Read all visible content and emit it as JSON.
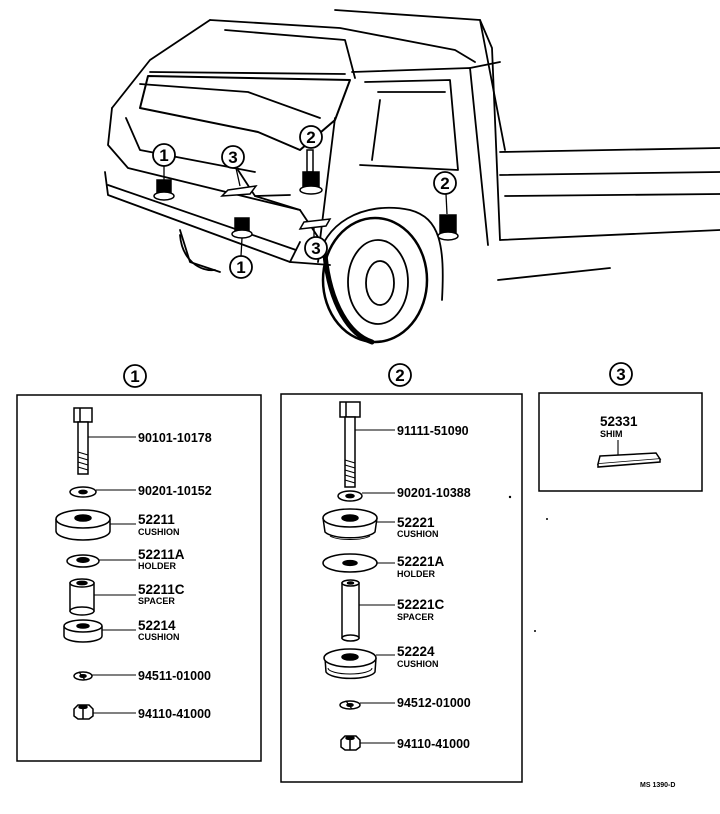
{
  "callouts": {
    "one": "1",
    "two": "2",
    "three": "3"
  },
  "group1": {
    "number": "1",
    "parts": [
      {
        "pn": "90101-10178",
        "desc": ""
      },
      {
        "pn": "90201-10152",
        "desc": ""
      },
      {
        "pn": "52211",
        "desc": "CUSHION"
      },
      {
        "pn": "52211A",
        "desc": "HOLDER"
      },
      {
        "pn": "52211C",
        "desc": "SPACER"
      },
      {
        "pn": "52214",
        "desc": "CUSHION"
      },
      {
        "pn": "94511-01000",
        "desc": ""
      },
      {
        "pn": "94110-41000",
        "desc": ""
      }
    ]
  },
  "group2": {
    "number": "2",
    "parts": [
      {
        "pn": "91111-51090",
        "desc": ""
      },
      {
        "pn": "90201-10388",
        "desc": ""
      },
      {
        "pn": "52221",
        "desc": "CUSHION"
      },
      {
        "pn": "52221A",
        "desc": "HOLDER"
      },
      {
        "pn": "52221C",
        "desc": "SPACER"
      },
      {
        "pn": "52224",
        "desc": "CUSHION"
      },
      {
        "pn": "94512-01000",
        "desc": ""
      },
      {
        "pn": "94110-41000",
        "desc": ""
      }
    ]
  },
  "group3": {
    "number": "3",
    "parts": [
      {
        "pn": "52331",
        "desc": "SHIM"
      }
    ]
  },
  "drawing_code": "MS 1390-D"
}
